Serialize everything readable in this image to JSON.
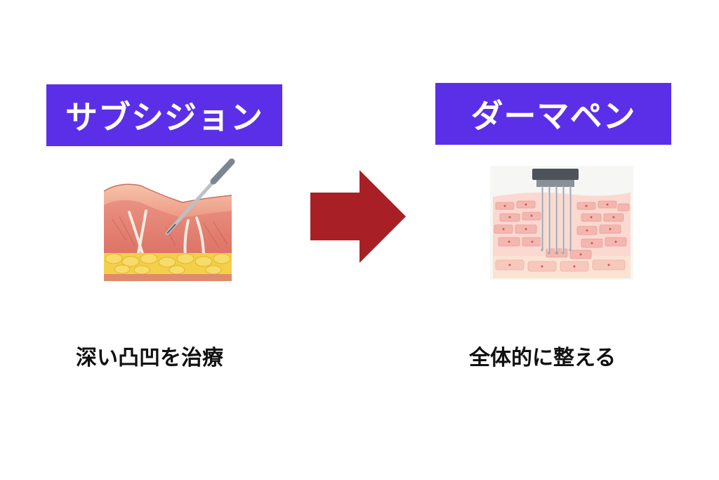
{
  "colors": {
    "title_background": "#5b2fe8",
    "arrow": "#a82026"
  },
  "left": {
    "title": "サブシジョン",
    "caption": "深い凸凹を治療",
    "icon": "skin-cross-section-with-needle-illustration"
  },
  "arrow_icon": "right-arrow-icon",
  "right": {
    "title": "ダーマペン",
    "caption": "全体的に整える",
    "icon": "skin-cross-section-with-microneedle-pen-illustration"
  }
}
